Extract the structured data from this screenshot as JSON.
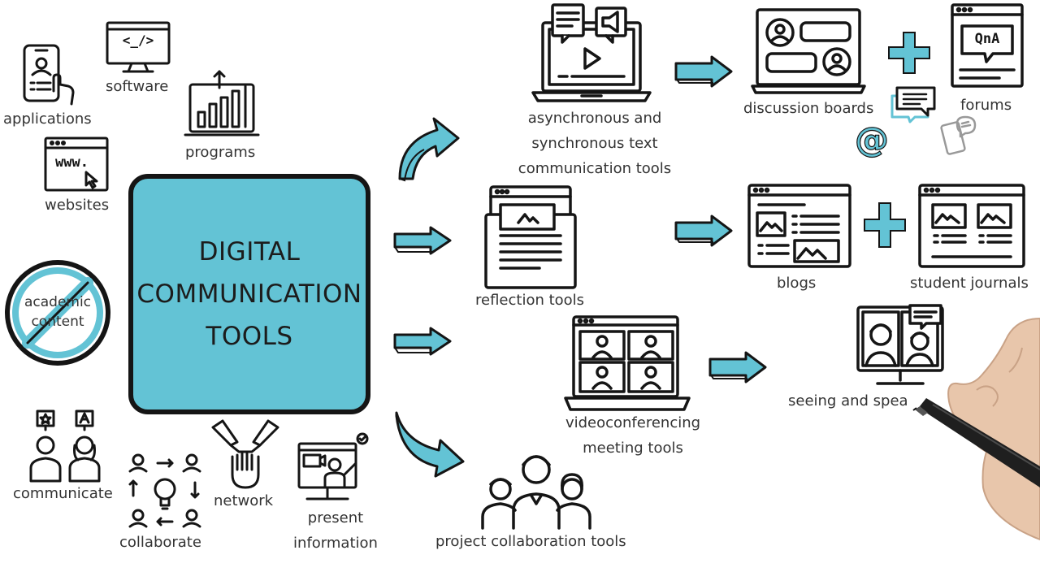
{
  "colors": {
    "accent": "#63c3d5",
    "ink": "#151515",
    "text": "#333333"
  },
  "central": {
    "lines": [
      "DIGITAL",
      "COMMUNICATION",
      "TOOLS"
    ]
  },
  "left": {
    "applications": "applications",
    "software": "software",
    "programs": "programs",
    "websites": "websites",
    "websites_icon_text": "www.",
    "software_icon_text": "<_/>",
    "no_academic": {
      "line1": "academic",
      "line2": "content"
    },
    "communicate": "communicate",
    "collaborate": "collaborate",
    "network": "network",
    "present": {
      "line1": "present",
      "line2": "information"
    }
  },
  "middle": {
    "text_tools": {
      "line1": "asynchronous and",
      "line2": "synchronous text",
      "line3": "communication tools"
    },
    "reflection": "reflection tools",
    "video": {
      "line1": "videoconferencing",
      "line2": "meeting tools"
    },
    "project": "project collaboration tools"
  },
  "right": {
    "discussion_boards": "discussion boards",
    "forums": "forums",
    "qna_icon_text": "QnA",
    "blogs": "blogs",
    "student_journals": "student journals",
    "seeing_speaking": "seeing and spea"
  },
  "icons": [
    "smartphone-icon",
    "monitor-code-icon",
    "bar-chart-icon",
    "browser-www-icon",
    "prohibited-icon",
    "communicate-people-icon",
    "collaborate-cycle-icon",
    "handshake-icon",
    "presentation-icon",
    "laptop-chat-icon",
    "tablet-article-icon",
    "laptop-video-grid-icon",
    "team-icon",
    "discussion-window-icon",
    "forum-qna-icon",
    "blog-window-icon",
    "journal-window-icon",
    "video-call-monitor-icon",
    "plus-icon",
    "at-icon",
    "chat-bubble-icon",
    "phone-chat-icon",
    "hand-pen-icon"
  ]
}
